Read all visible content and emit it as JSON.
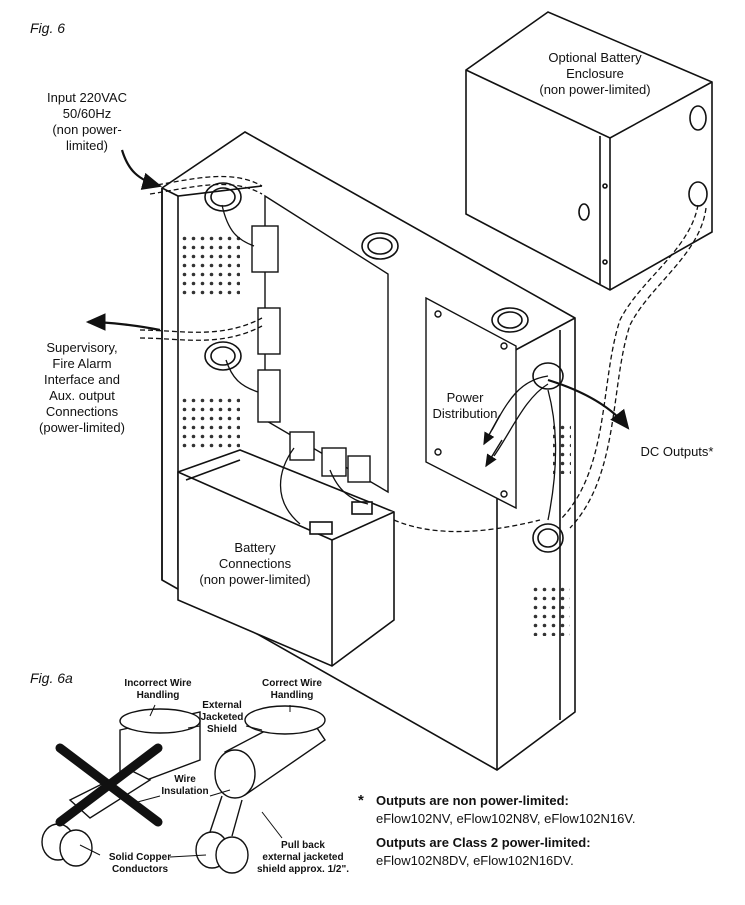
{
  "figures": {
    "fig6": "Fig. 6",
    "fig6a": "Fig. 6a"
  },
  "labels": {
    "input": [
      "Input 220VAC",
      "50/60Hz",
      "(non power-",
      "limited)"
    ],
    "battery_enclosure": [
      "Optional Battery",
      "Enclosure",
      "(non power-limited)"
    ],
    "supervisory": [
      "Supervisory,",
      "Fire Alarm",
      "Interface and",
      "Aux. output",
      "Connections",
      "(power-limited)"
    ],
    "power_distribution": [
      "Power",
      "Distribution"
    ],
    "dc_outputs": "DC Outputs*",
    "battery_connections": [
      "Battery",
      "Connections",
      "(non power-limited)"
    ]
  },
  "wire_labels": {
    "incorrect": [
      "Incorrect Wire",
      "Handling"
    ],
    "correct": [
      "Correct Wire",
      "Handling"
    ],
    "external": [
      "External",
      "Jacketed",
      "Shield"
    ],
    "insulation": [
      "Wire",
      "Insulation"
    ],
    "conductors": [
      "Solid Copper",
      "Conductors"
    ],
    "pullback": [
      "Pull back",
      "external jacketed",
      "shield approx. 1/2\"."
    ]
  },
  "notes": {
    "asterisk": "*",
    "non_limited_heading": "Outputs are non power-limited:",
    "non_limited_models": "eFlow102NV, eFlow102N8V, eFlow102N16V.",
    "class2_heading": "Outputs are Class 2 power-limited:",
    "class2_models": "eFlow102N8DV, eFlow102N16DV."
  }
}
